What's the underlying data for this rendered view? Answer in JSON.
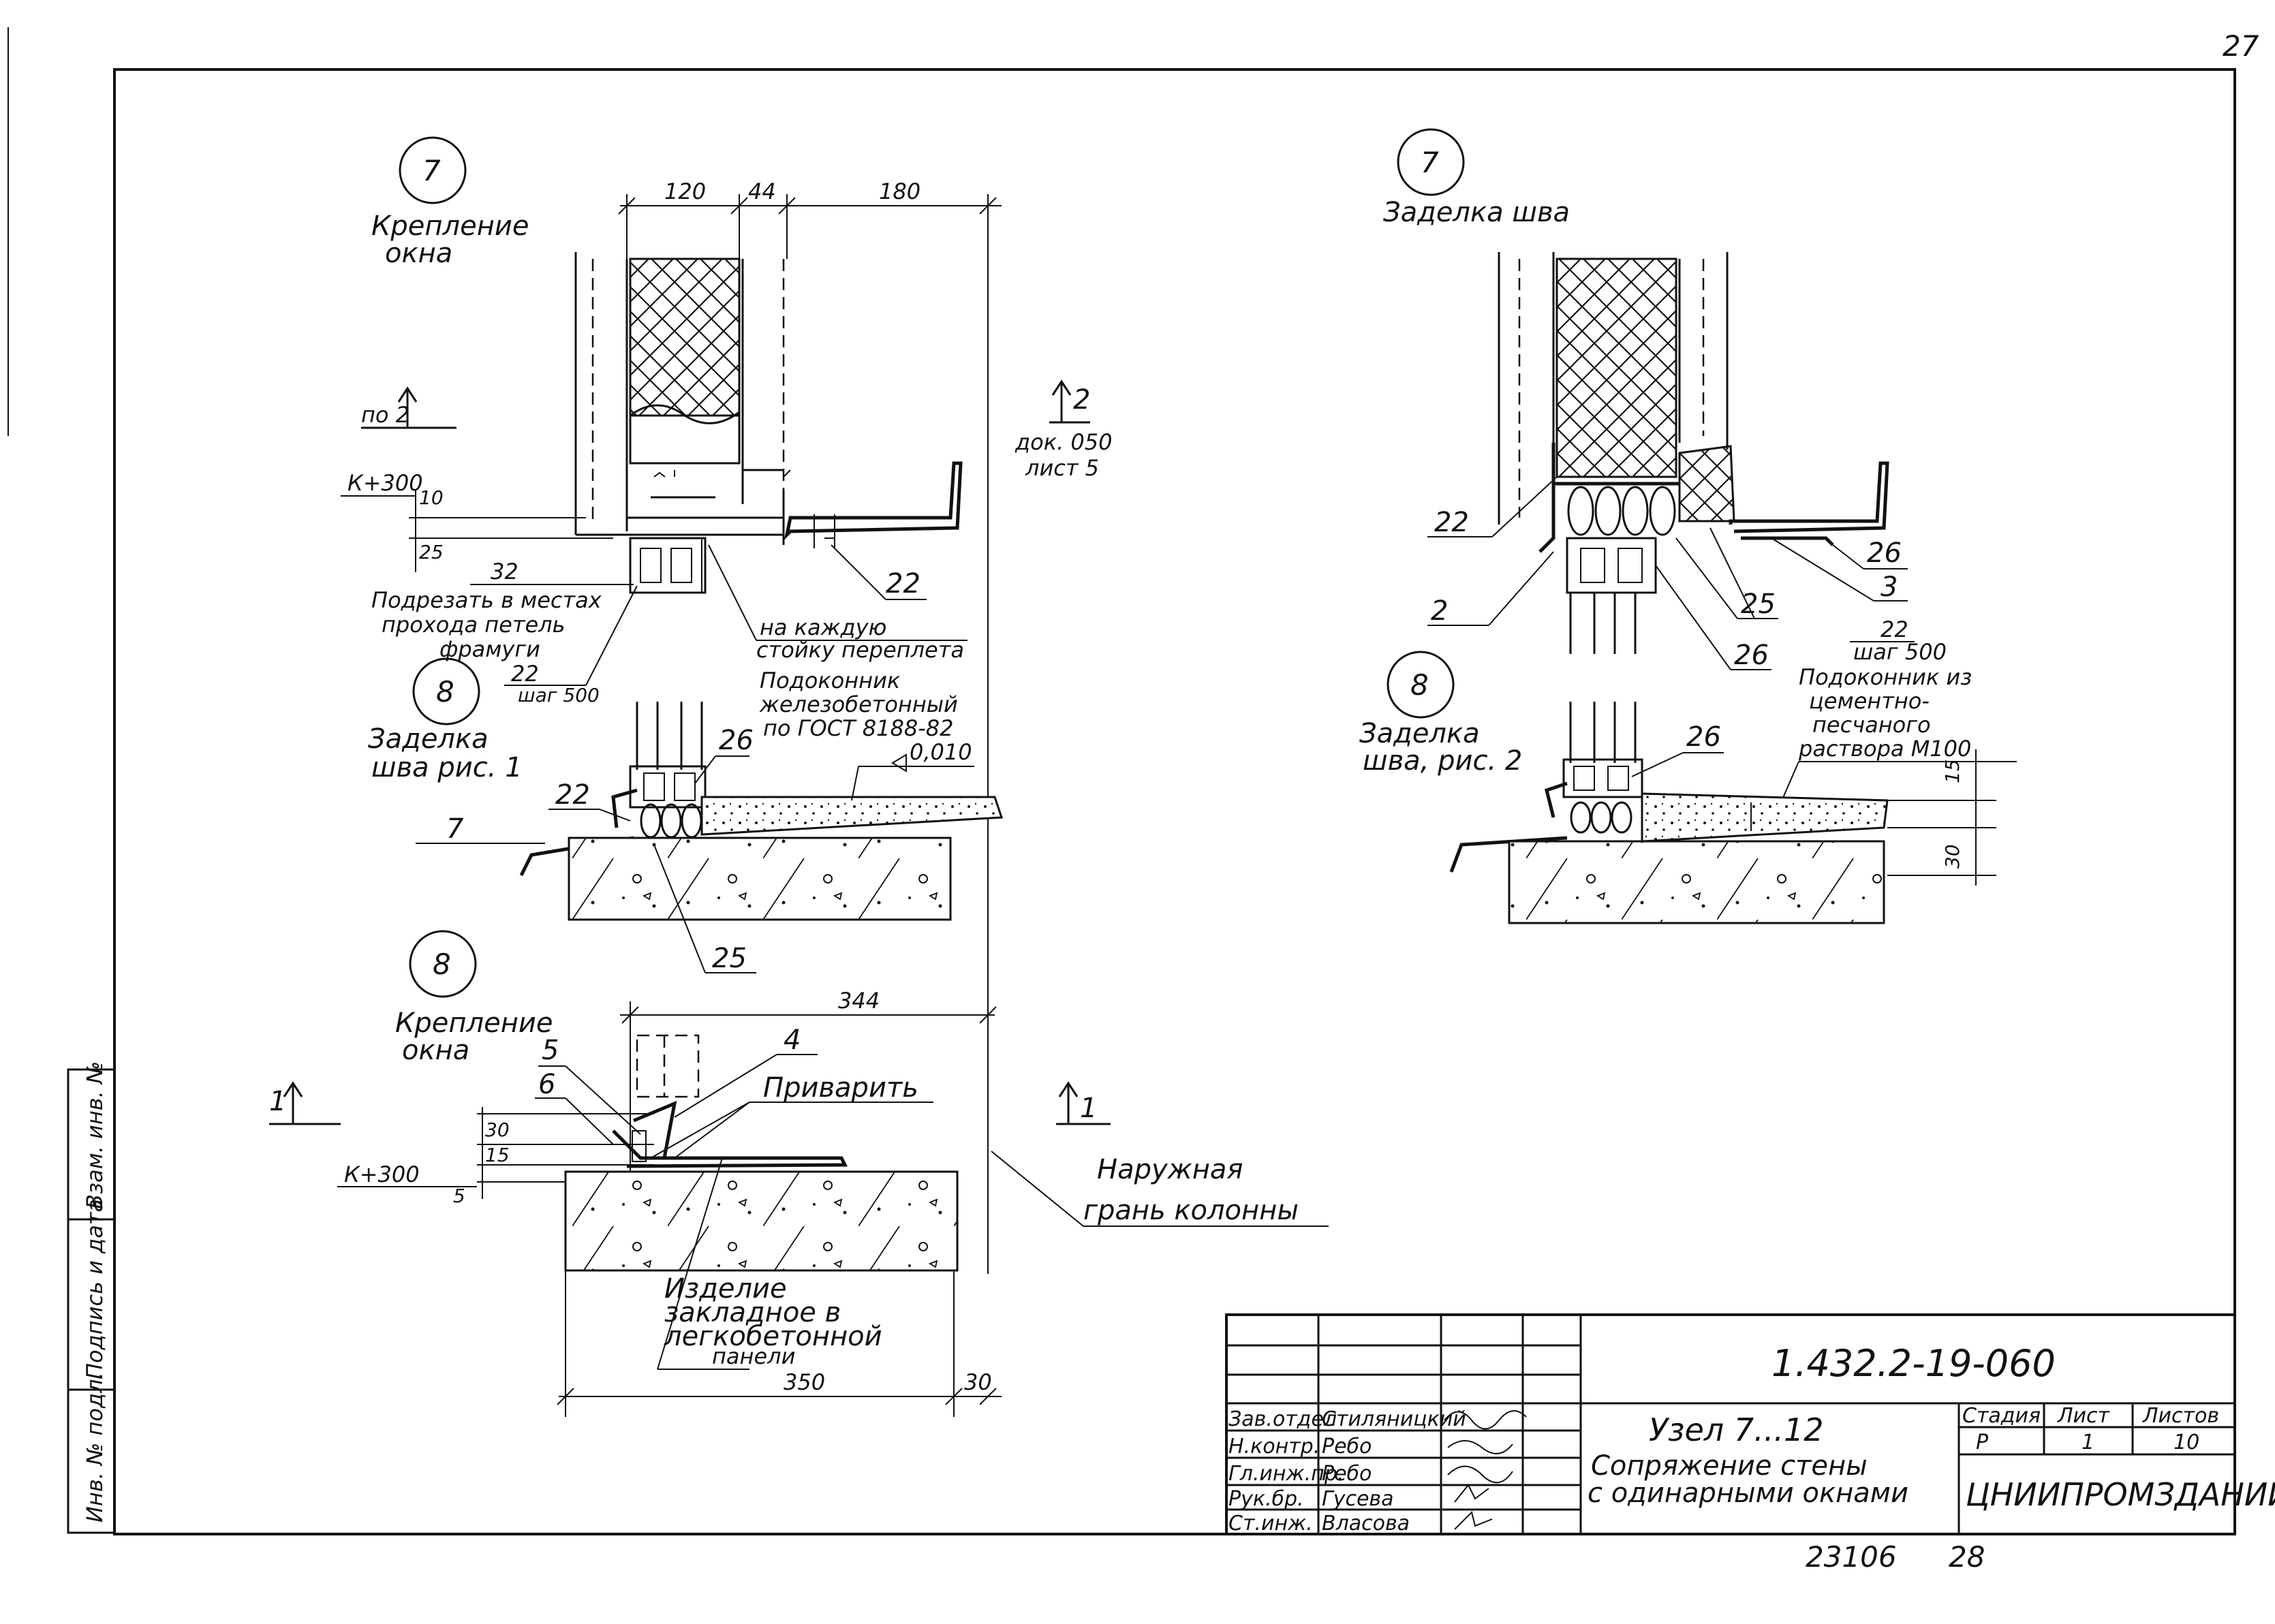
{
  "page_number": "27",
  "nodes": [
    {
      "num": "7",
      "title_lines": [
        "Крепление",
        "окна"
      ]
    },
    {
      "num": "8",
      "title_lines": [
        "Заделка",
        "шва рис. 1"
      ]
    },
    {
      "num": "8",
      "title_lines": [
        "Крепление",
        "окна"
      ]
    },
    {
      "num": "7",
      "title_lines": [
        "Заделка шва"
      ]
    },
    {
      "num": "8",
      "title_lines": [
        "Заделка",
        "шва, рис. 2"
      ]
    }
  ],
  "dimensions": {
    "top_120": "120",
    "top_44": "44",
    "top_180": "180",
    "k300_a": "К+300",
    "d10": "10",
    "d25": "25",
    "d32": "32",
    "d344": "344",
    "d350": "350",
    "d30_bottom": "30",
    "d30_left": "30",
    "d15_left": "15",
    "d5_left": "5",
    "k300_b": "К+300",
    "d15_right": "15",
    "d30_right": "30",
    "slope": "0,010"
  },
  "callouts": {
    "po2": "по 2",
    "cut_lines": [
      "Подрезать в местах",
      "прохода петель",
      "фрамуги"
    ],
    "c22_a": "22",
    "step500_a": "шаг 500",
    "c22_b": "22",
    "each_post": [
      "на каждую",
      "стойку переплета"
    ],
    "sill_rc": [
      "Подоконник",
      "железобетонный",
      "по ГОСТ 8188-82"
    ],
    "section_2_num": "2",
    "section_2_ref": [
      "док. 050",
      "лист 5"
    ],
    "c26_a": "26",
    "c22_c": "22",
    "c7": "7",
    "c25_a": "25",
    "c5": "5",
    "c6": "6",
    "c4": "4",
    "weld": "Приварить",
    "section_1_left": "1",
    "section_1_right": "1",
    "outer_face": [
      "Наружная",
      "грань колонны"
    ],
    "embedded": [
      "Изделие",
      "закладное в",
      "легкобетонной",
      "панели"
    ],
    "c22_r": "22",
    "c2_r": "2",
    "c26_r": "26",
    "c3_r": "3",
    "c25_r": "25",
    "c26_r2": "26",
    "c22_r2": "22",
    "step500_r": "шаг 500",
    "sill_mortar": [
      "Подоконник из",
      "цементно-",
      "песчаного",
      "раствора М100"
    ],
    "c26_r3": "26"
  },
  "side_stamp": [
    "Инв. № подл.",
    "Подпись и дата",
    "Взам. инв. №"
  ],
  "title_block": {
    "code": "1.432.2-19-060",
    "roles": [
      "Зав.отдел",
      "Н.контр.",
      "Гл.инж.пр.",
      "Рук.бр.",
      "Ст.инж."
    ],
    "names": [
      "Стиляницкий",
      "Ребо",
      "Ребо",
      "Гусева",
      "Власова"
    ],
    "node_title": "Узел 7...12",
    "description": [
      "Сопряжение стены",
      "с одинарными окнами"
    ],
    "stage_label": "Стадия",
    "sheet_label": "Лист",
    "sheets_label": "Листов",
    "stage": "Р",
    "sheet": "1",
    "sheets": "10",
    "org": "ЦНИИПРОМЗДАНИЙ"
  },
  "footer": {
    "inventory": "23106",
    "page": "28"
  }
}
